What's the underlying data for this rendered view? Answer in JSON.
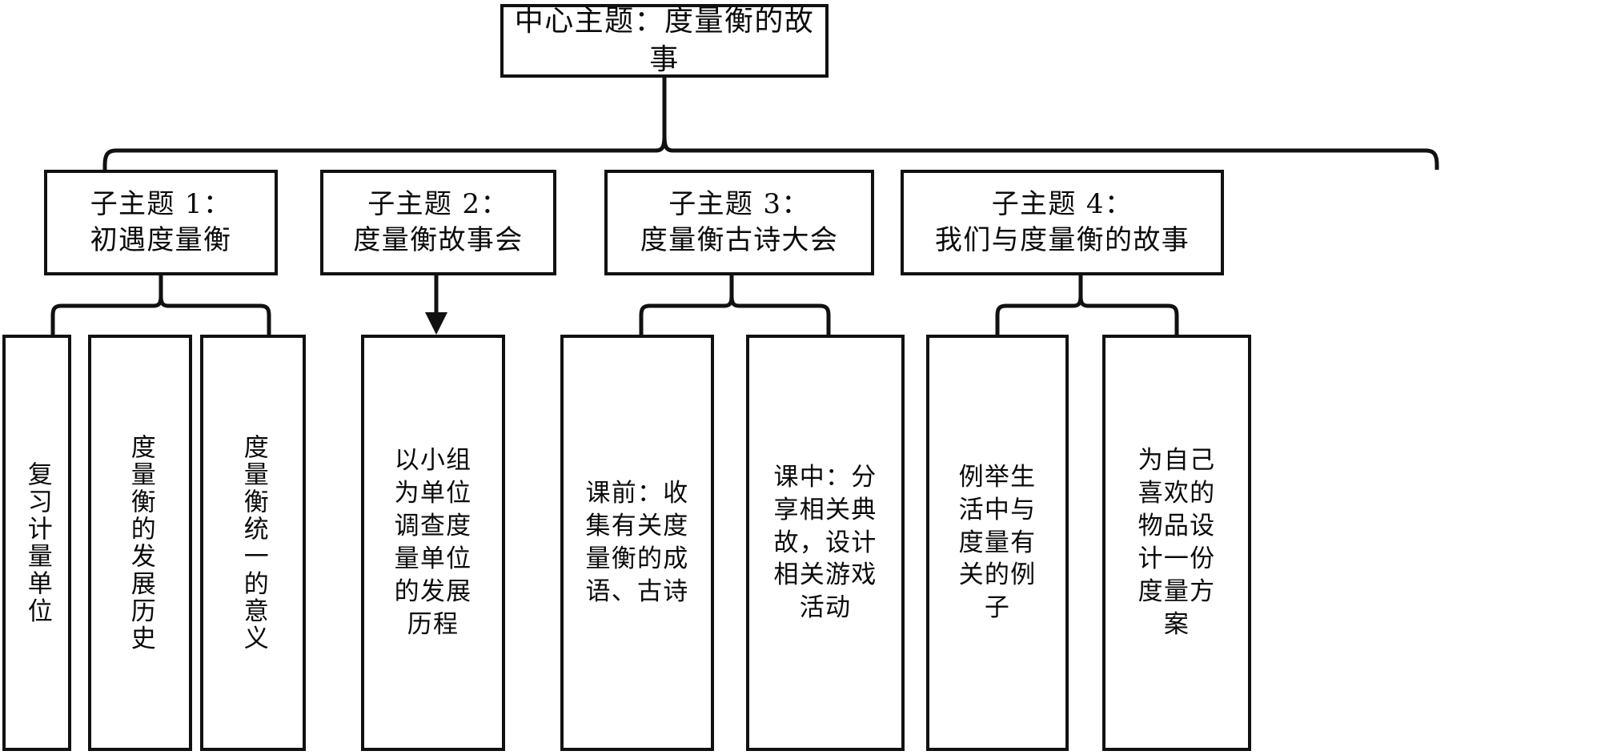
{
  "diagram": {
    "type": "mind-map-tree",
    "title_box": {
      "label": "中心主题：度量衡的故事"
    },
    "subtopics": [
      {
        "id": "sub-1",
        "line1": "子主题 1：",
        "line2": "初遇度量衡"
      },
      {
        "id": "sub-2",
        "line1": "子主题 2：",
        "line2": "度量衡故事会"
      },
      {
        "id": "sub-3",
        "line1": "子主题 3：",
        "line2": "度量衡古诗大会"
      },
      {
        "id": "sub-4",
        "line1": "子主题 4：",
        "line2": "我们与度量衡的故事"
      }
    ],
    "leaves": [
      {
        "id": "leaf-1-1",
        "parent": "sub-1",
        "text": "复习计量单位",
        "orientation": "vertical",
        "wrapped": "复习计量单位"
      },
      {
        "id": "leaf-1-2",
        "parent": "sub-1",
        "text": "度量衡的发展历史",
        "orientation": "vertical",
        "wrapped": "度量衡的发展历史"
      },
      {
        "id": "leaf-1-3",
        "parent": "sub-1",
        "text": "度量衡统一的意义",
        "orientation": "vertical",
        "wrapped": "度量衡统一的意义"
      },
      {
        "id": "leaf-2-1",
        "parent": "sub-2",
        "text": "以小组为单位调查度量单位的发展历程",
        "orientation": "horizontal",
        "wrapped": "以小组\n为单位\n调查度\n量单位\n的发展\n历程"
      },
      {
        "id": "leaf-3-1",
        "parent": "sub-3",
        "text": "课前：收集有关度量衡的成语、古诗",
        "orientation": "horizontal",
        "wrapped": "课前：收\n集有关度\n量衡的成\n语、古诗"
      },
      {
        "id": "leaf-3-2",
        "parent": "sub-3",
        "text": "课中：分享相关典故，设计相关游戏活动",
        "orientation": "horizontal",
        "wrapped": "课中：分\n享相关典\n故，设计\n相关游戏\n活动"
      },
      {
        "id": "leaf-4-1",
        "parent": "sub-4",
        "text": "例举生活中与度量有关的例子",
        "orientation": "horizontal",
        "wrapped": "例举生\n活中与\n度量有\n关的例\n子"
      },
      {
        "id": "leaf-4-2",
        "parent": "sub-4",
        "text": "为自己喜欢的物品设计一份度量方案",
        "orientation": "horizontal",
        "wrapped": "为自己\n喜欢的\n物品设\n计一份\n度量方\n案"
      }
    ],
    "connectors": [
      {
        "from": "title_box",
        "to_group": [
          "sub-1",
          "sub-2",
          "sub-3",
          "sub-4"
        ],
        "style": "curly-brace"
      },
      {
        "from": "sub-1",
        "to_group": [
          "leaf-1-1",
          "leaf-1-2",
          "leaf-1-3"
        ],
        "style": "curly-brace"
      },
      {
        "from": "sub-2",
        "to_group": [
          "leaf-2-1"
        ],
        "style": "arrow"
      },
      {
        "from": "sub-3",
        "to_group": [
          "leaf-3-1",
          "leaf-3-2"
        ],
        "style": "curly-brace"
      },
      {
        "from": "sub-4",
        "to_group": [
          "leaf-4-1",
          "leaf-4-2"
        ],
        "style": "curly-brace"
      }
    ],
    "colors": {
      "border": "#111111",
      "background": "#ffffff",
      "text": "#0a0a0a",
      "connector": "#111111"
    }
  }
}
